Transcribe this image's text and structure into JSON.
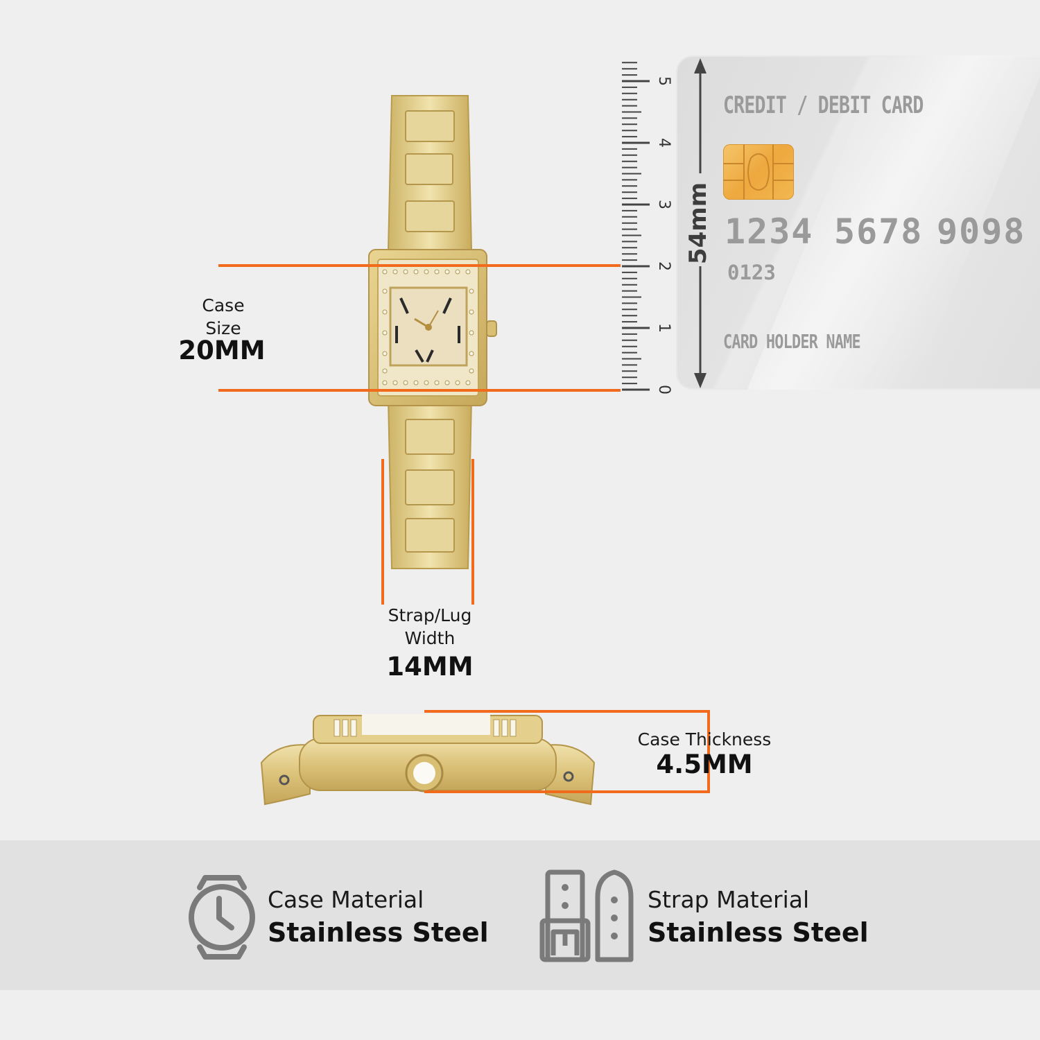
{
  "case_size": {
    "label_line1": "Case",
    "label_line2": "Size",
    "value": "20MM"
  },
  "strap_width": {
    "label_line1": "Strap/Lug",
    "label_line2": "Width",
    "value": "14MM"
  },
  "case_thickness": {
    "label": "Case Thickness",
    "value": "4.5MM"
  },
  "ruler": {
    "ticks": [
      "0",
      "1",
      "2",
      "3",
      "4",
      "5"
    ],
    "measure_label": "54mm"
  },
  "card": {
    "title": "CREDIT / DEBIT CARD",
    "number_groups": [
      "1234",
      "5678",
      "9098"
    ],
    "small_number": "0123",
    "holder": "CARD HOLDER NAME"
  },
  "materials": {
    "case": {
      "label": "Case Material",
      "value": "Stainless Steel",
      "icon": "watch-case-icon"
    },
    "strap": {
      "label": "Strap Material",
      "value": "Stainless Steel",
      "icon": "strap-icon"
    }
  },
  "colors": {
    "accent": "#f26a1b",
    "gold": "#d9c27a",
    "card_text": "#9a9a9a"
  }
}
